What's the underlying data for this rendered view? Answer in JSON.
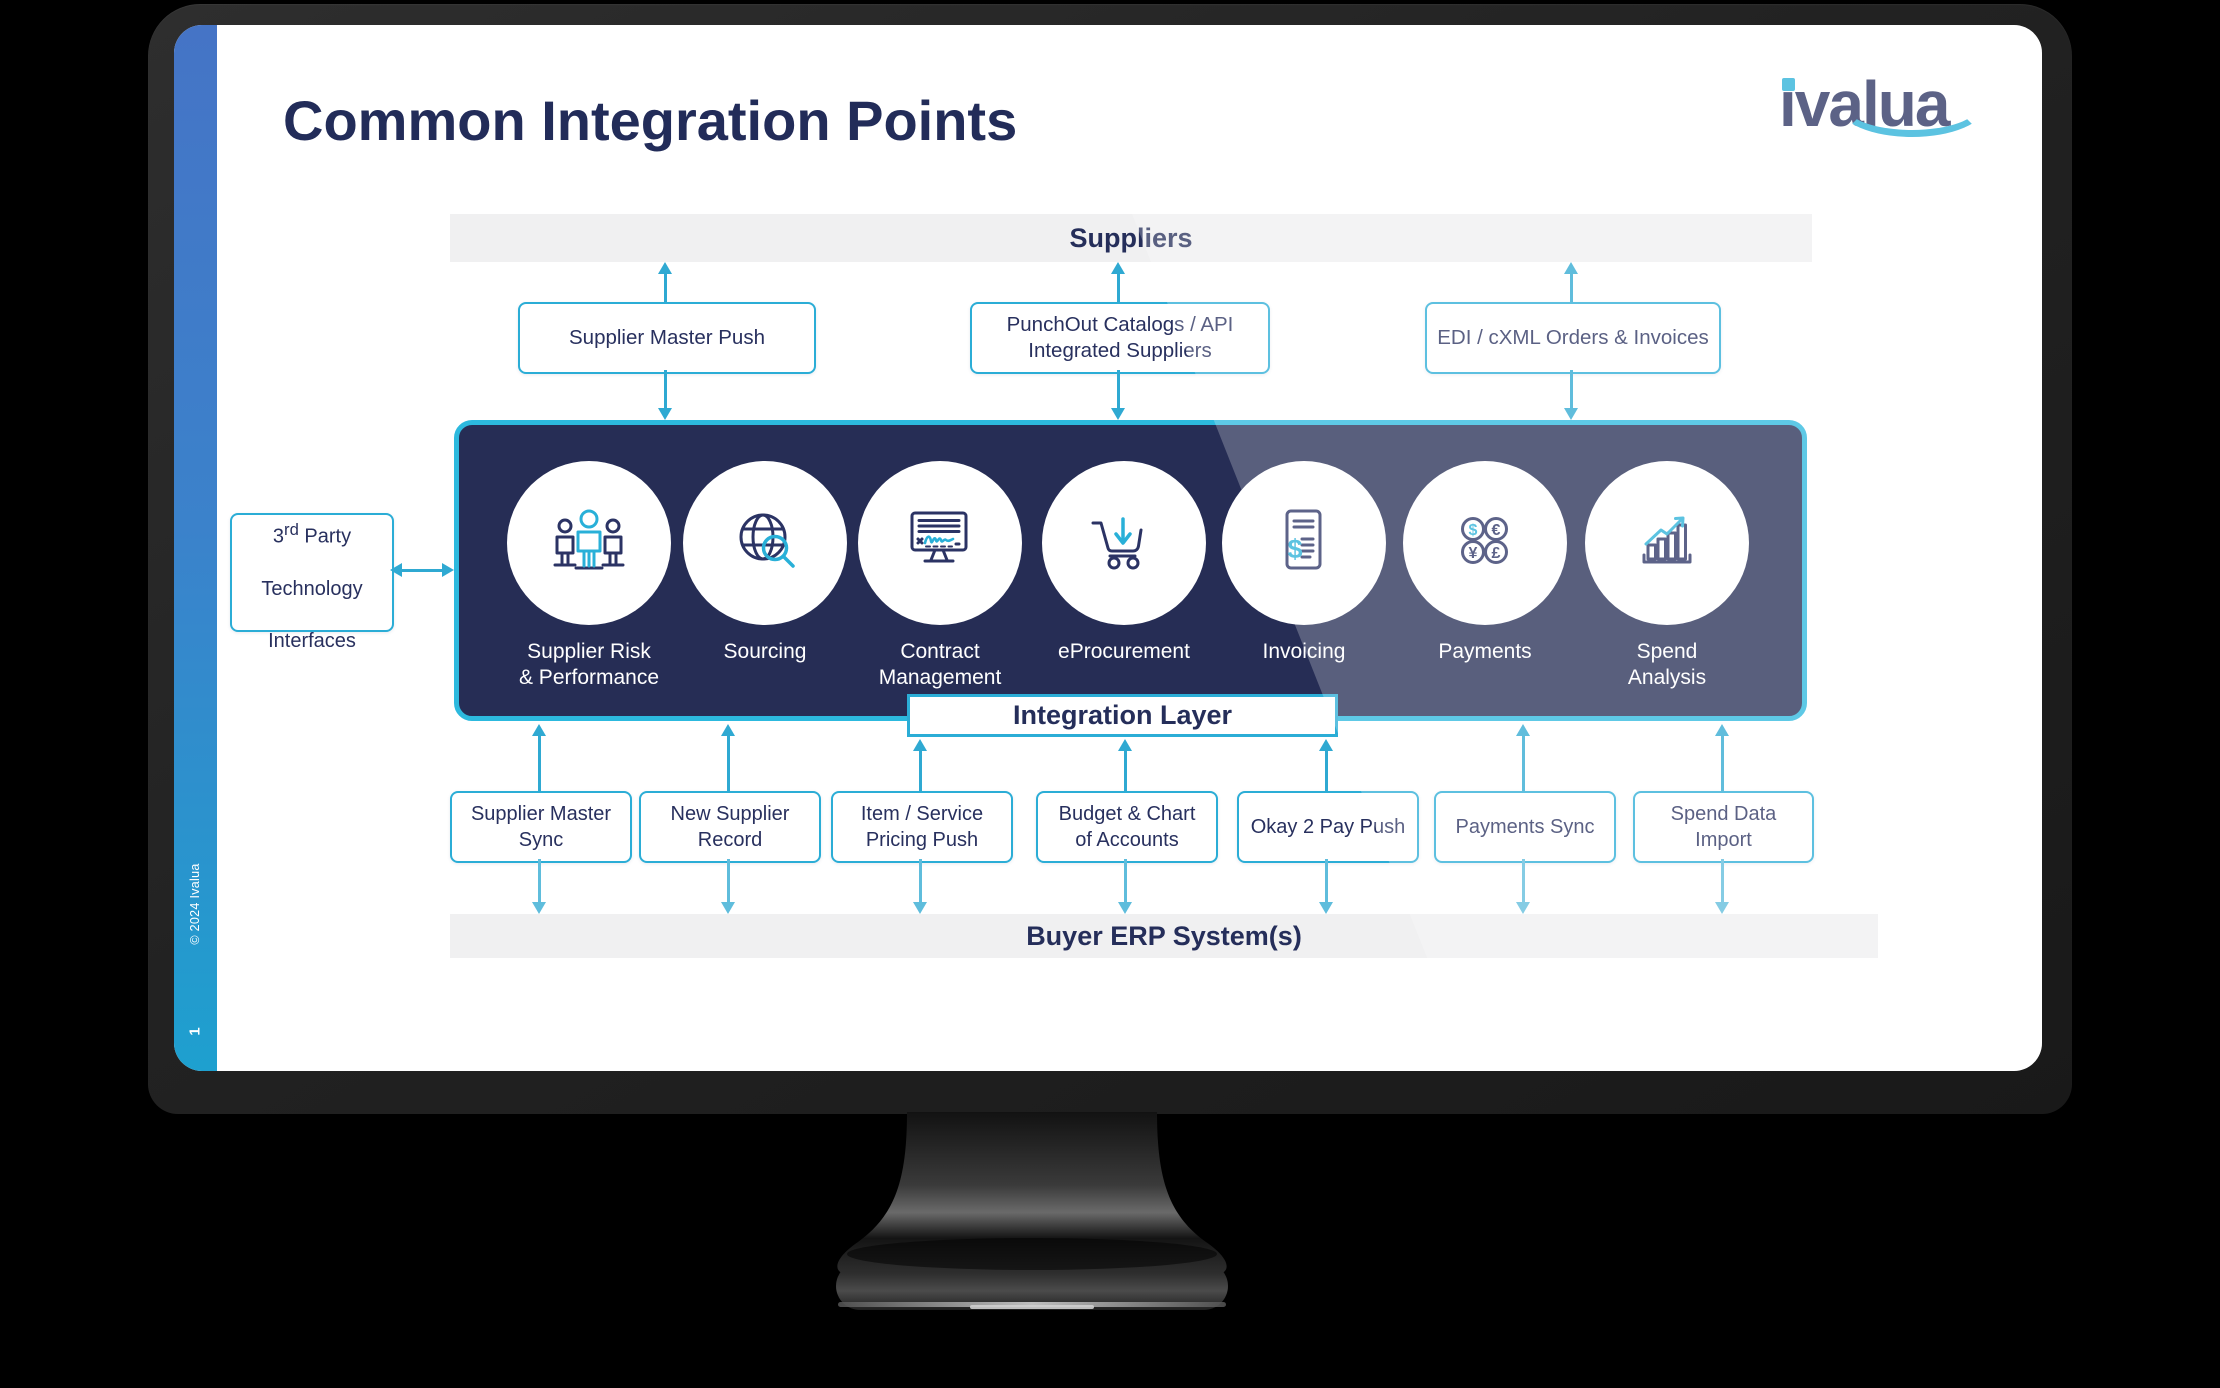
{
  "slide": {
    "title": "Common Integration Points",
    "logo_text": "ivalua",
    "suppliers_bar_label": "Suppliers",
    "buyer_erp_bar_label": "Buyer ERP System(s)",
    "integration_layer_label": "Integration Layer",
    "third_party_box": {
      "prefix": "3",
      "superscript": "rd",
      "suffix": " Party",
      "line2": "Technology",
      "line3": "Interfaces"
    },
    "top_boxes": [
      {
        "label": "Supplier Master Push"
      },
      {
        "label": "PunchOut Catalogs / API\nIntegrated Suppliers"
      },
      {
        "label": "EDI / cXML Orders & Invoices"
      }
    ],
    "modules": [
      {
        "label": "Supplier Risk\n& Performance",
        "icon": "people-icon"
      },
      {
        "label": "Sourcing",
        "icon": "globe-search-icon"
      },
      {
        "label": "Contract\nManagement",
        "icon": "contract-signature-icon"
      },
      {
        "label": "eProcurement",
        "icon": "shopping-cart-icon"
      },
      {
        "label": "Invoicing",
        "icon": "invoice-document-icon",
        "symbol": "$"
      },
      {
        "label": "Payments",
        "icon": "currency-coins-icon",
        "symbols": [
          "$",
          "€",
          "¥",
          "£"
        ]
      },
      {
        "label": "Spend\nAnalysis",
        "icon": "bar-chart-trend-icon"
      }
    ],
    "bottom_boxes": [
      {
        "label": "Supplier Master\nSync"
      },
      {
        "label": "New Supplier\nRecord"
      },
      {
        "label": "Item / Service\nPricing Push"
      },
      {
        "label": "Budget & Chart\nof Accounts"
      },
      {
        "label": "Okay 2 Pay Push"
      },
      {
        "label": "Payments Sync"
      },
      {
        "label": "Spend Data\nImport"
      }
    ],
    "footer": {
      "copyright": "© 2024 Ivalua",
      "page_number": "1"
    }
  },
  "colors": {
    "navy_text": "#28305e",
    "panel_navy": "#262d55",
    "teal_border": "#2badd6",
    "cyan_accent": "#29b0d8",
    "arrow_cyan": "#2fa9d2",
    "arrow_light": "#5fbddc",
    "bar_gray": "#f0f0f1",
    "sidebar_top": "#4574c6",
    "sidebar_bottom": "#1ea0cf"
  }
}
